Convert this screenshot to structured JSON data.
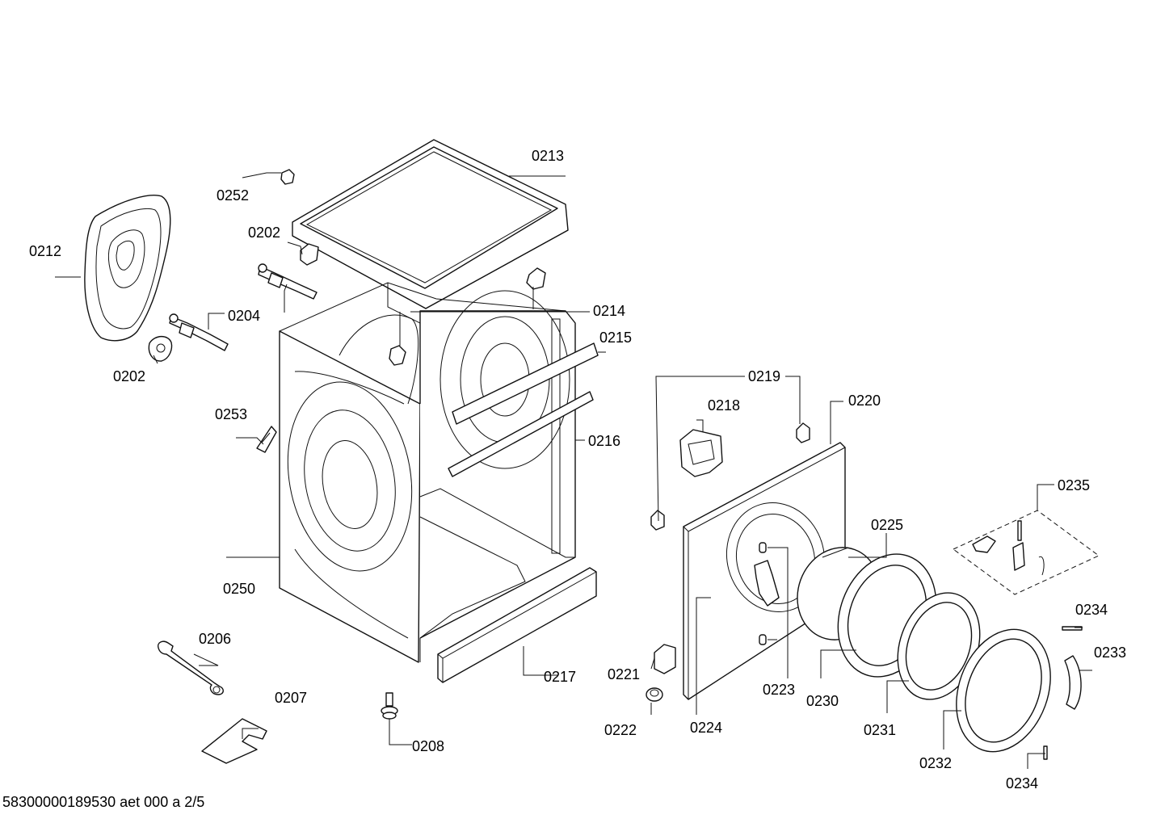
{
  "labels": {
    "p0213": "0213",
    "p0252": "0252",
    "p0202_top": "0202",
    "p0212": "0212",
    "p0204": "0204",
    "p0202_bottom": "0202",
    "p0214": "0214",
    "p0215": "0215",
    "p0219": "0219",
    "p0218": "0218",
    "p0220": "0220",
    "p0253": "0253",
    "p0216": "0216",
    "p0235": "0235",
    "p0225": "0225",
    "p0250": "0250",
    "p0234_top": "0234",
    "p0233": "0233",
    "p0206": "0206",
    "p0221": "0221",
    "p0217": "0217",
    "p0223": "0223",
    "p0207": "0207",
    "p0230": "0230",
    "p0224": "0224",
    "p0222": "0222",
    "p0231": "0231",
    "p0208": "0208",
    "p0232": "0232",
    "p0234_bottom": "0234"
  },
  "footer": {
    "document_id": "58300000189530 aet 000 a 2/5"
  }
}
